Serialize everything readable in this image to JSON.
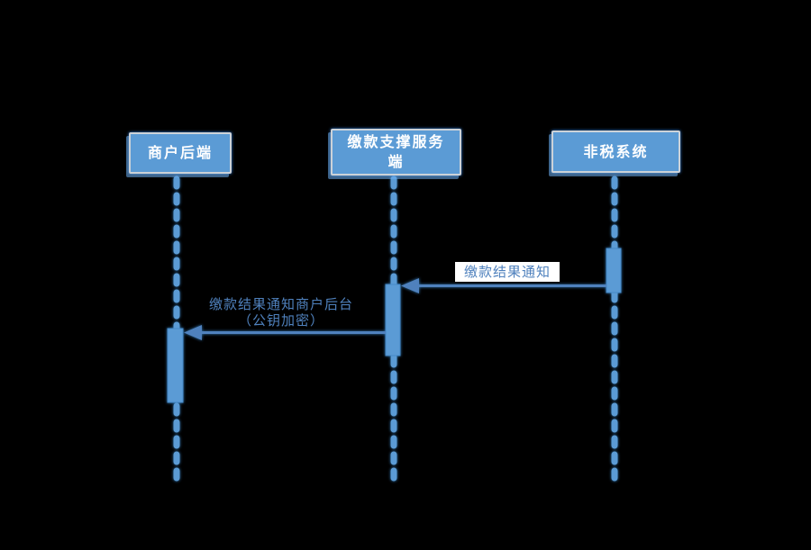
{
  "diagram": {
    "type": "sequence-diagram",
    "background_color": "#000000",
    "actor_fill_color": "#5b9bd5",
    "actor_text_color": "#ffffff",
    "lifeline_color": "#5b9bd5",
    "message_color": "#4f81bd",
    "message_label_bg": "#ffffff",
    "actors": [
      {
        "name": "merchant-backend",
        "lines": [
          "商户后端"
        ]
      },
      {
        "name": "payment-support-service",
        "lines": [
          "缴款支撑服务",
          "端"
        ]
      },
      {
        "name": "non-tax-system",
        "lines": [
          "非税系统"
        ]
      }
    ],
    "messages": [
      {
        "name": "payment-result-notify",
        "from": "non-tax-system",
        "to": "payment-support-service",
        "direction": "right-to-left",
        "lines": [
          "缴款结果通知"
        ]
      },
      {
        "name": "payment-result-notify-merchant",
        "from": "payment-support-service",
        "to": "merchant-backend",
        "direction": "right-to-left",
        "lines": [
          "缴款结果通知商户后台",
          "（公钥加密）"
        ]
      }
    ]
  }
}
